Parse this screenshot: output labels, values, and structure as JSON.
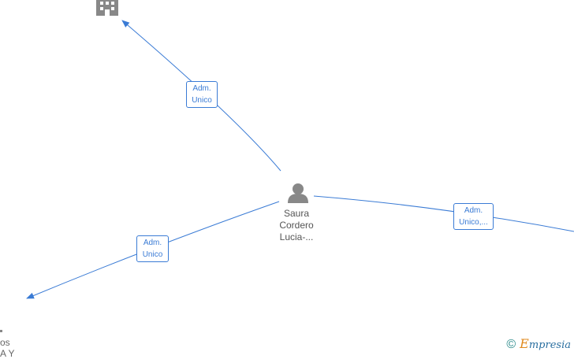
{
  "diagram": {
    "central_person": {
      "name_lines": [
        "Saura",
        "Cordero",
        "Lucia-..."
      ],
      "icon": "person-icon"
    },
    "top_company": {
      "icon": "building-icon"
    },
    "bottom_left_company": {
      "partial_lines": [
        "os",
        "A Y"
      ]
    },
    "edges": [
      {
        "name": "edge-top-company",
        "label_lines": [
          "Adm.",
          "Unico"
        ],
        "color": "#3a7bd5"
      },
      {
        "name": "edge-bottom-left-company",
        "label_lines": [
          "Adm.",
          "Unico"
        ],
        "color": "#3a7bd5"
      },
      {
        "name": "edge-right-company",
        "label_lines": [
          "Adm.",
          "Unico,..."
        ],
        "color": "#3a7bd5"
      }
    ]
  },
  "footer": {
    "copyright_symbol": "©",
    "brand_first_letter": "E",
    "brand_rest": "mpresia"
  },
  "colors": {
    "edge": "#3a7bd5",
    "node_icon": "#888888",
    "brand_primary": "#2a6fa0",
    "brand_accent": "#e08a1e"
  }
}
